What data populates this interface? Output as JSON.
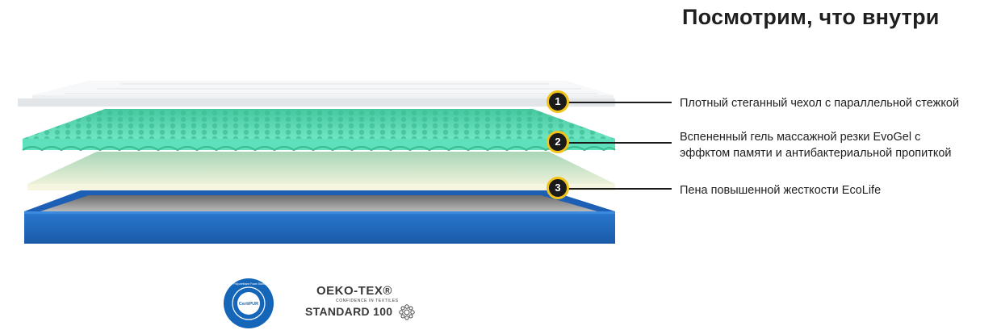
{
  "header": {
    "title": "Посмотрим, что внутри"
  },
  "layers": [
    {
      "number": "1",
      "description": "Плотный стеганный чехол с параллельной стежкой"
    },
    {
      "number": "2",
      "description": "Вспененный гель массажной резки EvoGel с эффктом памяти и антибактериальной пропиткой"
    },
    {
      "number": "3",
      "description": "Пена повышенной жесткости EcoLife"
    }
  ],
  "certifications": {
    "certipur": {
      "center_text": "CertiPUR",
      "ring_text": "The Polyurethane Foam Standard"
    },
    "oeko_tex": {
      "title": "OEKO-TEX®",
      "subtitle": "CONFIDENCE IN TEXTILES",
      "standard": "STANDARD 100"
    }
  },
  "colors": {
    "marker_ring": "#f2c318",
    "gel_layer": "#5fdcb9",
    "base_layer": "#1f66c0",
    "cover_layer": "#f2f4f5"
  }
}
